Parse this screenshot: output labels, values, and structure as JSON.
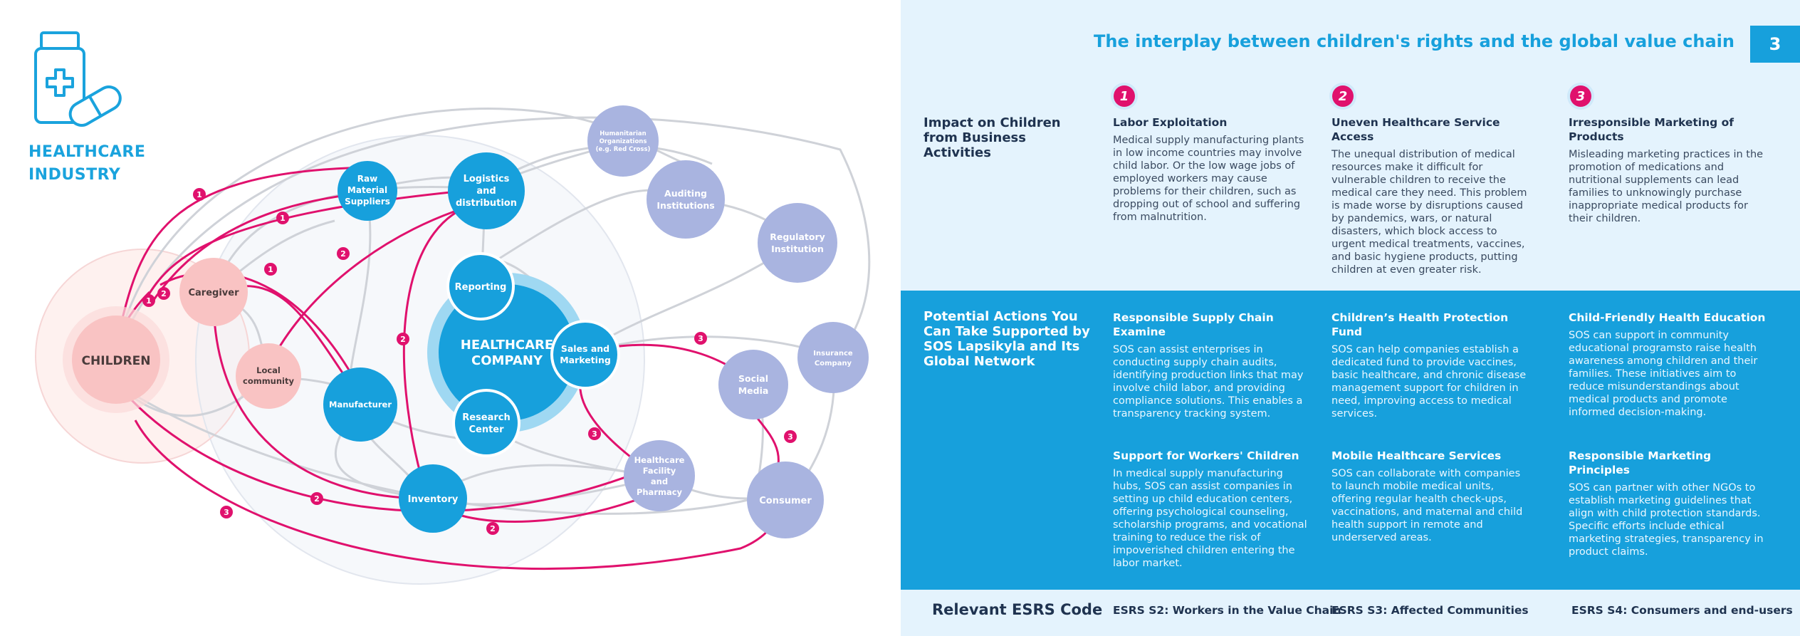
{
  "header": {
    "title": "The interplay between children's rights and the global value chain",
    "page_number": "3"
  },
  "industry": {
    "title_line1": "HEALTHCARE",
    "title_line2": "INDUSTRY",
    "icon": "medicine-bottle-pills-icon"
  },
  "diagram": {
    "children": "CHILDREN",
    "caregiver": "Caregiver",
    "local_community": [
      "Local",
      "community"
    ],
    "raw_material": [
      "Raw",
      "Material",
      "Suppliers"
    ],
    "logistics": [
      "Logistics",
      "and",
      "distribution"
    ],
    "humanitarian": [
      "Humanitarian",
      "Organizations",
      "(e.g. Red Cross)"
    ],
    "auditing": [
      "Auditing",
      "Institutions"
    ],
    "regulatory": [
      "Regulatory",
      "Institution"
    ],
    "reporting": "Reporting",
    "company": [
      "HEALTHCARE",
      "COMPANY"
    ],
    "sales": [
      "Sales and",
      "Marketing"
    ],
    "research": [
      "Research",
      "Center"
    ],
    "insurance": [
      "Insurance",
      "Company"
    ],
    "social_media": [
      "Social",
      "Media"
    ],
    "manufacturer": "Manufacturer",
    "facility": [
      "Healthcare",
      "Facility",
      "and",
      "Pharmacy"
    ],
    "inventory": "Inventory",
    "consumer": "Consumer",
    "impact_markers": [
      "1",
      "1",
      "1",
      "1",
      "2",
      "2",
      "2",
      "2",
      "2",
      "2",
      "3",
      "3",
      "3",
      "3",
      "3"
    ],
    "colors": {
      "primary": "#17a0dc",
      "secondary": "#a9b4e0",
      "children": "#f9c3c3",
      "impact": "#e0116d"
    }
  },
  "rows": {
    "impact": {
      "label": "Impact on Children from Business Activities",
      "items": [
        {
          "badge": "1",
          "title": "Labor Exploitation",
          "text": "Medical supply manufacturing plants in low income countries may involve child labor. Or the low wage jobs of employed workers may cause problems for their children, such as dropping out of school and suffering from malnutrition."
        },
        {
          "badge": "2",
          "title": "Uneven Healthcare Service Access",
          "text": "The unequal distribution of medical resources make it difficult for vulnerable children to receive the medical care they need. This problem is made worse by disruptions caused by pandemics, wars, or natural disasters, which block access to urgent medical treatments, vaccines, and basic hygiene products, putting children at even greater risk."
        },
        {
          "badge": "3",
          "title": " Irresponsible Marketing of Products",
          "text": "Misleading marketing practices in the promotion of medications and nutritional supplements can lead families to unknowingly purchase inappropriate medical products for their children."
        }
      ]
    },
    "actions": {
      "label": "Potential Actions You Can Take Supported by SOS Lapsikyla and Its Global Network",
      "items": [
        {
          "title": "Responsible Supply Chain Examine",
          "text": "SOS can assist enterprises in conducting supply chain audits, identifying production links that may involve child labor, and providing compliance solutions. This enables a transparency tracking system."
        },
        {
          "title": "Children’s Health Protection Fund",
          "text": "SOS can help companies establish a dedicated fund to provide vaccines, basic healthcare, and chronic disease management support for children in need, improving access to medical services."
        },
        {
          "title": "Child-Friendly Health Education",
          "text": "SOS can support in community educational programsto raise health awareness among children and their families. These initiatives aim to reduce misunderstandings about medical products and promote informed decision-making."
        },
        {
          "title": "Support for Workers' Children",
          "text": "In medical supply manufacturing hubs, SOS can assist companies in setting up child education centers, offering psychological counseling, scholarship programs, and vocational training to reduce the risk of impoverished children entering the labor market."
        },
        {
          "title": "Mobile Healthcare Services",
          "text": "SOS can collaborate with companies to launch mobile medical units, offering regular health check-ups, vaccinations, and maternal and child health support in remote and underserved areas."
        },
        {
          "title": "Responsible Marketing Principles",
          "text": "SOS can partner with other NGOs to establish marketing guidelines that align with child protection standards. Specific efforts include ethical marketing strategies, transparency in product claims."
        }
      ]
    },
    "esrs": {
      "label": "Relevant ESRS Code",
      "codes": [
        "ESRS S2: Workers in the Value Chain",
        "ESRS S3: Affected Communities",
        "ESRS S4: Consumers and end-users"
      ]
    }
  }
}
